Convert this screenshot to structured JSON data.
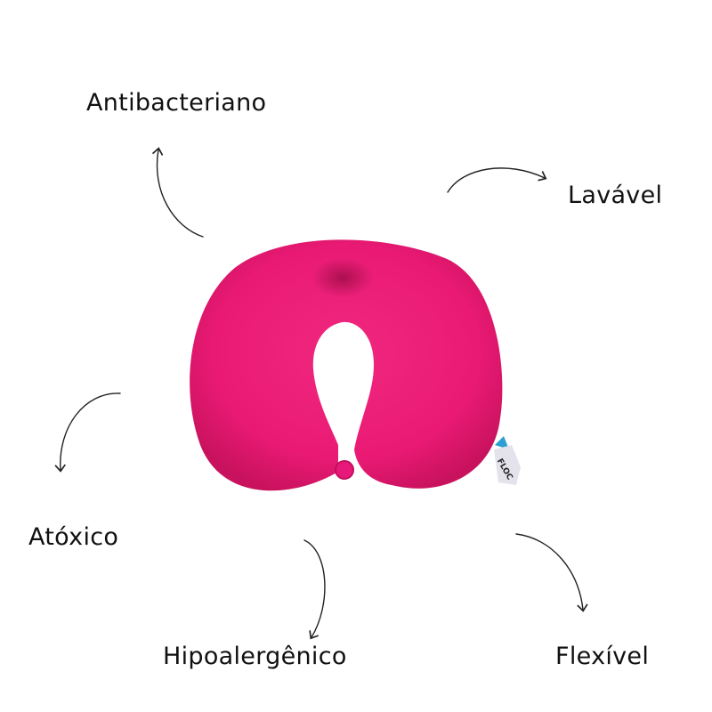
{
  "features": {
    "antibacterial": "Antibacteriano",
    "washable": "Lavável",
    "non_toxic": "Atóxico",
    "hypoallergenic": "Hipoalergênico",
    "flexible": "Flexível"
  },
  "product": {
    "tag_brand": "FLOC",
    "color": "#ee1c78"
  }
}
